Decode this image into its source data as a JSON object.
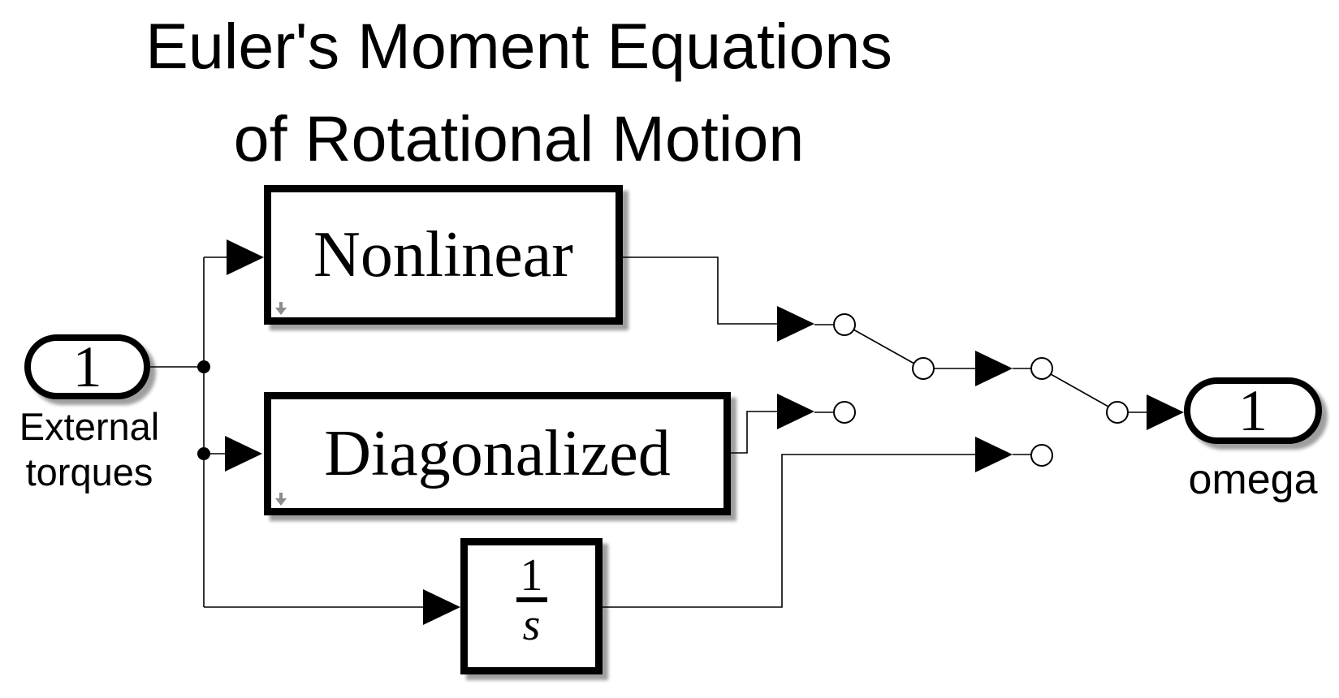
{
  "title": {
    "line1": "Euler's Moment Equations",
    "line2": "of Rotational Motion"
  },
  "inport": {
    "number": "1",
    "label": [
      "External",
      "torques"
    ]
  },
  "subsystems": {
    "nonlinear_label": "Nonlinear",
    "diagonalized_label": "Diagonalized"
  },
  "integrator": {
    "numerator": "1",
    "denominator": "s"
  },
  "outport": {
    "number": "1",
    "label": "omega"
  },
  "icons": {
    "subsystem_badge": "gray-down-arrow",
    "wire_arrowhead": "solid-right-triangle",
    "switch_terminal": "open-circle",
    "wire_junction": "filled-dot"
  },
  "colors": {
    "background": "#ffffff",
    "line": "#000000",
    "block_fill": "#ffffff",
    "block_border": "#000000",
    "shadow": "#9e9e9e",
    "badge_gray": "#8c8c8c"
  }
}
